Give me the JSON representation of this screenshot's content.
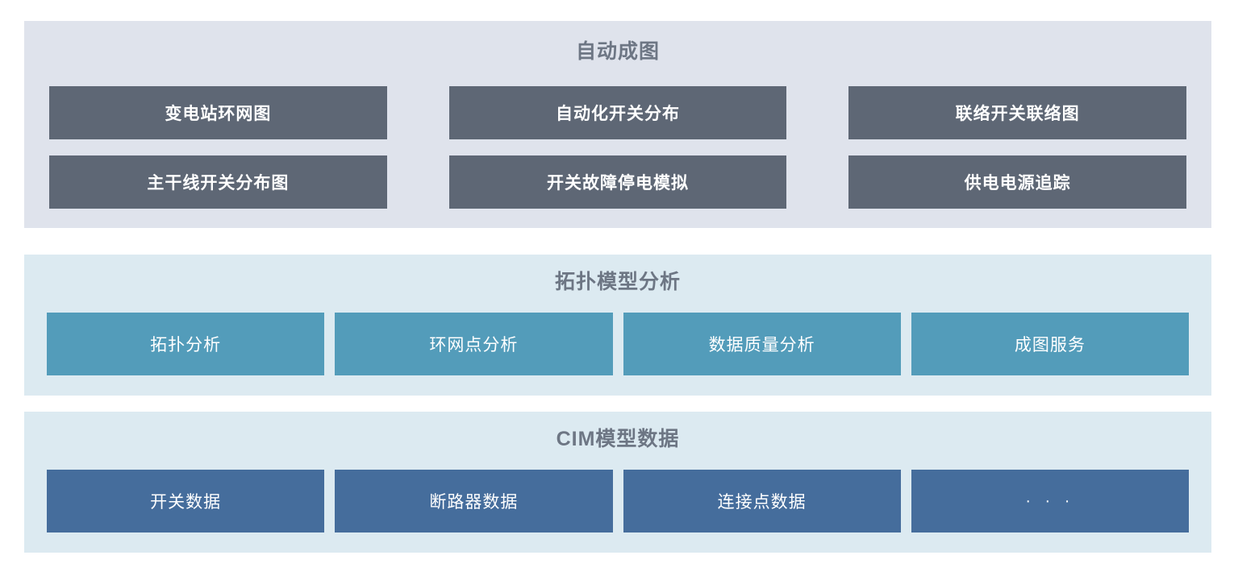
{
  "colors": {
    "page_background": "#ffffff",
    "section_auto_background": "#dfe3ec",
    "section_topo_background": "#dceaf1",
    "section_cim_background": "#dceaf1",
    "card_dark": "#5e6775",
    "card_teal": "#539cba",
    "card_blue": "#456d9c",
    "title_text": "#6d7684",
    "card_text": "#ffffff"
  },
  "sections": [
    {
      "id": "auto-mapping",
      "title": "自动成图",
      "cards": [
        {
          "label": "变电站环网图"
        },
        {
          "label": "自动化开关分布"
        },
        {
          "label": "联络开关联络图"
        },
        {
          "label": "主干线开关分布图"
        },
        {
          "label": "开关故障停电模拟"
        },
        {
          "label": "供电电源追踪"
        }
      ]
    },
    {
      "id": "topology-model-analysis",
      "title": "拓扑模型分析",
      "cards": [
        {
          "label": "拓扑分析"
        },
        {
          "label": "环网点分析"
        },
        {
          "label": "数据质量分析"
        },
        {
          "label": "成图服务"
        }
      ]
    },
    {
      "id": "cim-model-data",
      "title": "CIM模型数据",
      "cards": [
        {
          "label": "开关数据"
        },
        {
          "label": "断路器数据"
        },
        {
          "label": "连接点数据"
        },
        {
          "label": "· · ·"
        }
      ]
    }
  ]
}
